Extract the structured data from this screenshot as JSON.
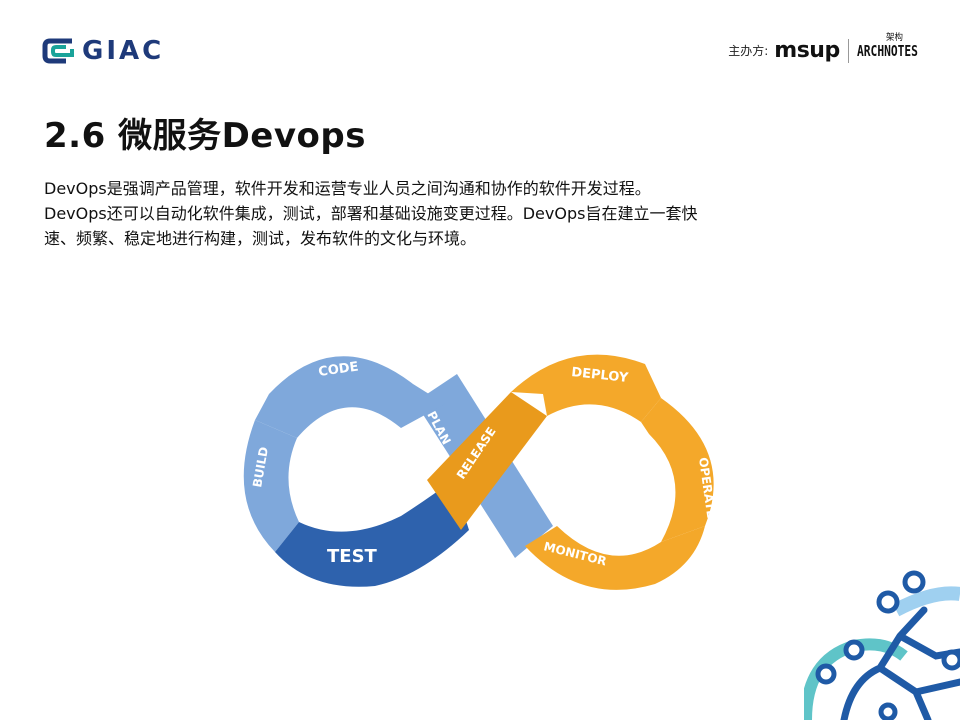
{
  "header": {
    "logo_text": "GIAC",
    "sponsor_label": "主办方:",
    "sponsor_msup": "msup",
    "sponsor_archnotes": "ARCHNOTES",
    "sponsor_archnotes_sup": "架构"
  },
  "slide": {
    "title": "2.6 微服务Devops",
    "paragraph": {
      "line1": "DevOps是强调产品管理，软件开发和运营专业人员之间沟通和协作的软件开发过程。",
      "line2": "DevOps还可以自动化软件集成，测试，部署和基础设施变更过程。DevOps旨在建立一套快",
      "line3": "速、频繁、稳定地进行构建，测试，发布软件的文化与环境。"
    }
  },
  "diagram": {
    "stages": {
      "code": "CODE",
      "build": "BUILD",
      "test": "TEST",
      "plan": "PLAN",
      "release": "RELEASE",
      "deploy": "DEPLOY",
      "operate": "OPERATE",
      "monitor": "MONITOR"
    },
    "colors": {
      "light_blue": "#7fa8db",
      "dark_blue": "#2e62ad",
      "orange": "#f4a82a",
      "dark_orange": "#e99a1c"
    }
  },
  "colors": {
    "title": "#111111",
    "logo_blue": "#1e3a7a",
    "logo_teal": "#1aa39a",
    "corner_blue": "#1f5aa6",
    "corner_teal": "#5fc4c8",
    "corner_light": "#9fd0f0"
  }
}
